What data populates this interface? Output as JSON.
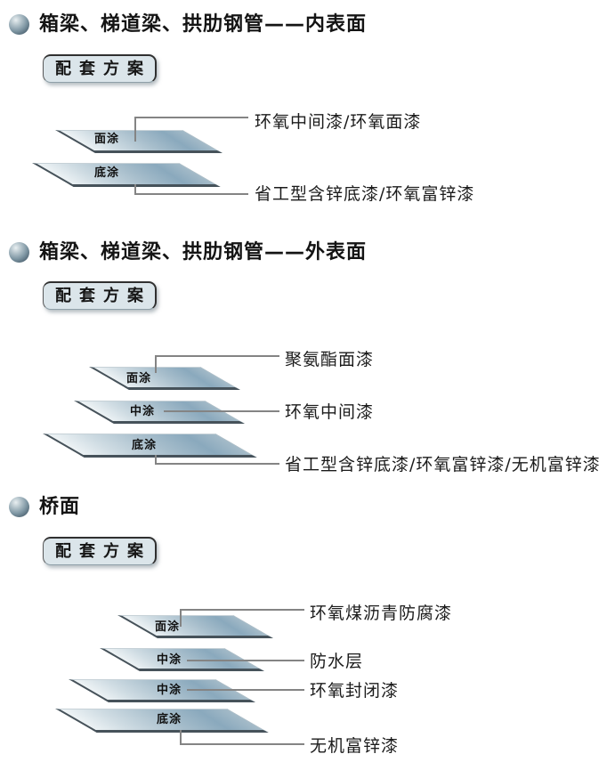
{
  "colors": {
    "plate_face_light": "#eff4f6",
    "plate_face_blue": "#8aa9bd",
    "plate_edge_dark": "#46525a",
    "leader_line": "#848484",
    "button_bg": "#dbe5ea",
    "sphere_dark": "#3d515d",
    "text": "#141414"
  },
  "sections": [
    {
      "title": "箱梁、梯道梁、拱肋钢管——内表面",
      "scheme_label": "配套方案",
      "layers": [
        {
          "coat": "面涂",
          "product": "环氧中间漆/环氧面漆"
        },
        {
          "coat": "底涂",
          "product": "省工型含锌底漆/环氧富锌漆"
        }
      ]
    },
    {
      "title": "箱梁、梯道梁、拱肋钢管——外表面",
      "scheme_label": "配套方案",
      "layers": [
        {
          "coat": "面涂",
          "product": "聚氨酯面漆"
        },
        {
          "coat": "中涂",
          "product": "环氧中间漆"
        },
        {
          "coat": "底涂",
          "product": "省工型含锌底漆/环氧富锌漆/无机富锌漆"
        }
      ]
    },
    {
      "title": "桥面",
      "scheme_label": "配套方案",
      "layers": [
        {
          "coat": "面涂",
          "product": "环氧煤沥青防腐漆"
        },
        {
          "coat": "中涂",
          "product": "防水层"
        },
        {
          "coat": "中涂",
          "product": "环氧封闭漆"
        },
        {
          "coat": "底涂",
          "product": "无机富锌漆"
        }
      ]
    }
  ]
}
